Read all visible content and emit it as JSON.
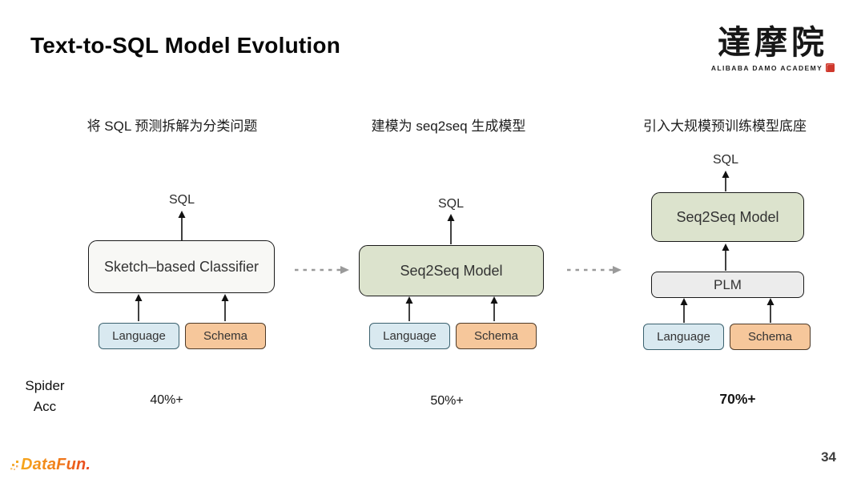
{
  "slide": {
    "title": "Text-to-SQL Model Evolution",
    "page_number": "34"
  },
  "logo": {
    "name_cn": "達摩院",
    "subtitle": "ALIBABA DAMO ACADEMY",
    "seal_color": "#cf382c"
  },
  "columns": [
    {
      "header": "将 SQL 预测拆解为分类问题",
      "output_label": "SQL",
      "model_label": "Sketch–based Classifier",
      "language_label": "Language",
      "schema_label": "Schema",
      "metric": "40%+"
    },
    {
      "header": "建模为 seq2seq 生成模型",
      "output_label": "SQL",
      "model_label": "Seq2Seq Model",
      "language_label": "Language",
      "schema_label": "Schema",
      "metric": "50%+"
    },
    {
      "header": "引入大规模预训练模型底座",
      "output_label": "SQL",
      "model_label": "Seq2Seq Model",
      "plm_label": "PLM",
      "language_label": "Language",
      "schema_label": "Schema",
      "metric": "70%+"
    }
  ],
  "metric_axis": {
    "label_line1": "Spider",
    "label_line2": "Acc"
  },
  "footer": {
    "brand": "DataFun."
  },
  "colors": {
    "model_green_fill": "#dce3cd",
    "classifier_fill": "#f8f8f5",
    "plm_fill": "#ececec",
    "language_fill": "#d9e9f0",
    "language_border": "#3a616e",
    "schema_fill": "#f6c79b",
    "schema_border": "#4d3a28",
    "solid_arrow": "#111111",
    "dashed_arrow": "#9a9a9a",
    "brand_gradient_start": "#f6a71c",
    "brand_gradient_end": "#e8431f"
  }
}
